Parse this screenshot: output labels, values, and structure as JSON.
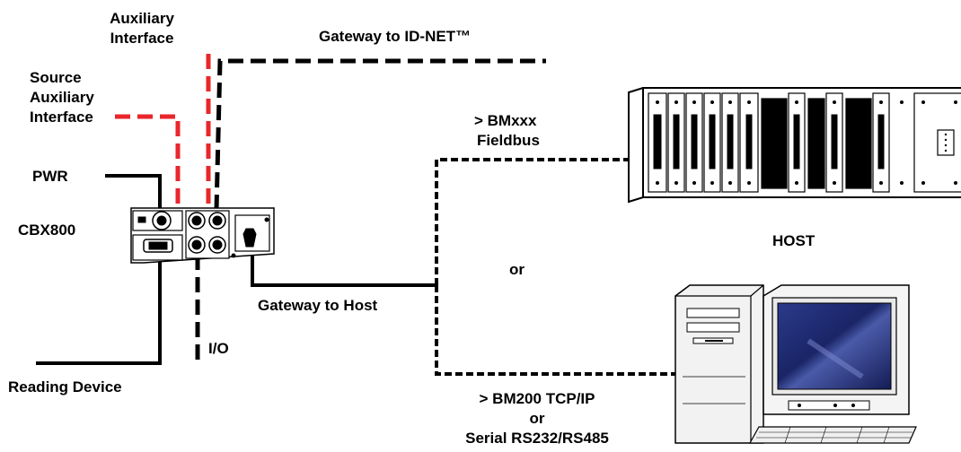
{
  "labels": {
    "auxiliary_interface_1": "Auxiliary",
    "auxiliary_interface_2": "Interface",
    "gateway_idnet": "Gateway to ID-NET™",
    "source_aux_1": "Source",
    "source_aux_2": "Auxiliary",
    "source_aux_3": "Interface",
    "bmxxx_1": "> BMxxx",
    "bmxxx_2": "Fieldbus",
    "pwr": "PWR",
    "cbx800": "CBX800",
    "host": "HOST",
    "or_middle": "or",
    "gateway_host": "Gateway to Host",
    "io": "I/O",
    "reading_device": "Reading Device",
    "bm200_1": "> BM200  TCP/IP",
    "bm200_2": "or",
    "bm200_3": "Serial RS232/RS485"
  },
  "colors": {
    "line": "#000000",
    "auxiliary_line": "#e8262b",
    "background": "#ffffff",
    "screen": "#1e2a6e"
  },
  "icons": {
    "controller": "cbx800-device-icon",
    "host_rack": "plc-rack-icon",
    "pc": "desktop-computer-icon"
  }
}
